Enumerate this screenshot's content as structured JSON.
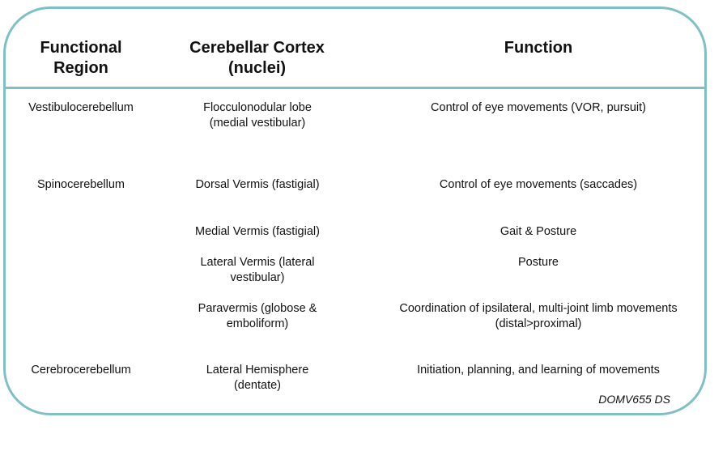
{
  "headers": {
    "col1_line1": "Functional",
    "col1_line2": "Region",
    "col2_line1": "Cerebellar Cortex",
    "col2_line2": "(nuclei)",
    "col3": "Function"
  },
  "rows": [
    {
      "region": "Vestibulocerebellum",
      "cortex_l1": "Flocculonodular lobe",
      "cortex_l2": "(medial vestibular)",
      "func_l1": "Control of eye movements (VOR, pursuit)",
      "func_l2": ""
    },
    {
      "region": "Spinocerebellum",
      "cortex_l1": "Dorsal Vermis (fastigial)",
      "cortex_l2": "",
      "func_l1": "Control of eye movements (saccades)",
      "func_l2": ""
    },
    {
      "region": "",
      "cortex_l1": "Medial Vermis (fastigial)",
      "cortex_l2": "",
      "func_l1": "Gait & Posture",
      "func_l2": ""
    },
    {
      "region": "",
      "cortex_l1": "Lateral Vermis (lateral",
      "cortex_l2": "vestibular)",
      "func_l1": "Posture",
      "func_l2": ""
    },
    {
      "region": "",
      "cortex_l1": "Paravermis (globose &",
      "cortex_l2": "emboliform)",
      "func_l1": "Coordination of ipsilateral, multi-joint limb movements",
      "func_l2": "(distal>proximal)"
    },
    {
      "region": "Cerebrocerebellum",
      "cortex_l1": "Lateral Hemisphere",
      "cortex_l2": "(dentate)",
      "func_l1": "Initiation, planning, and learning of movements",
      "func_l2": ""
    }
  ],
  "signature": "DOMV655 DS",
  "colors": {
    "border": "#7fc0c7"
  }
}
